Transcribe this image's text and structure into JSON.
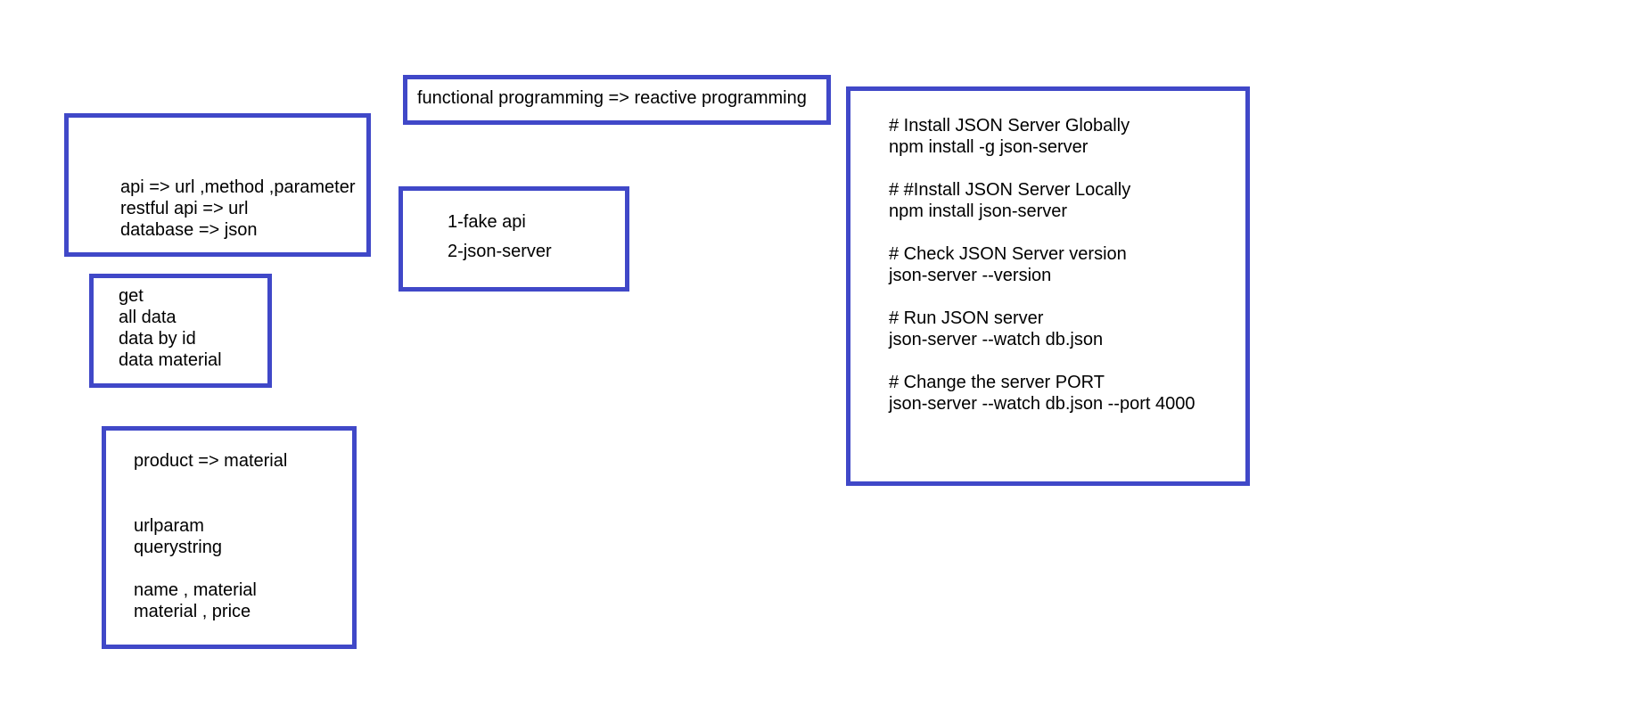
{
  "theme": {
    "border_color": "#4048c8",
    "text_color": "#000000",
    "background": "#ffffff"
  },
  "boxes": {
    "functional": {
      "lines": [
        "functional programming => reactive programming"
      ]
    },
    "api": {
      "lines": [
        "api => url ,method ,parameter",
        "restful api => url",
        "database => json"
      ]
    },
    "fake_api": {
      "lines": [
        "1-fake api",
        "2-json-server"
      ]
    },
    "get": {
      "lines": [
        "get",
        "all data",
        "data by id",
        "data material"
      ]
    },
    "product": {
      "lines": [
        "product => material",
        "urlparam",
        "querystring",
        "name , material",
        "material , price"
      ]
    },
    "json_server": {
      "lines": [
        "# Install JSON Server Globally",
        "npm install -g json-server",
        "# #Install JSON Server Locally",
        "npm install json-server",
        "# Check JSON Server version",
        "json-server --version",
        "# Run JSON server",
        "json-server --watch db.json",
        "# Change the server PORT",
        "json-server --watch db.json --port 4000"
      ]
    }
  }
}
